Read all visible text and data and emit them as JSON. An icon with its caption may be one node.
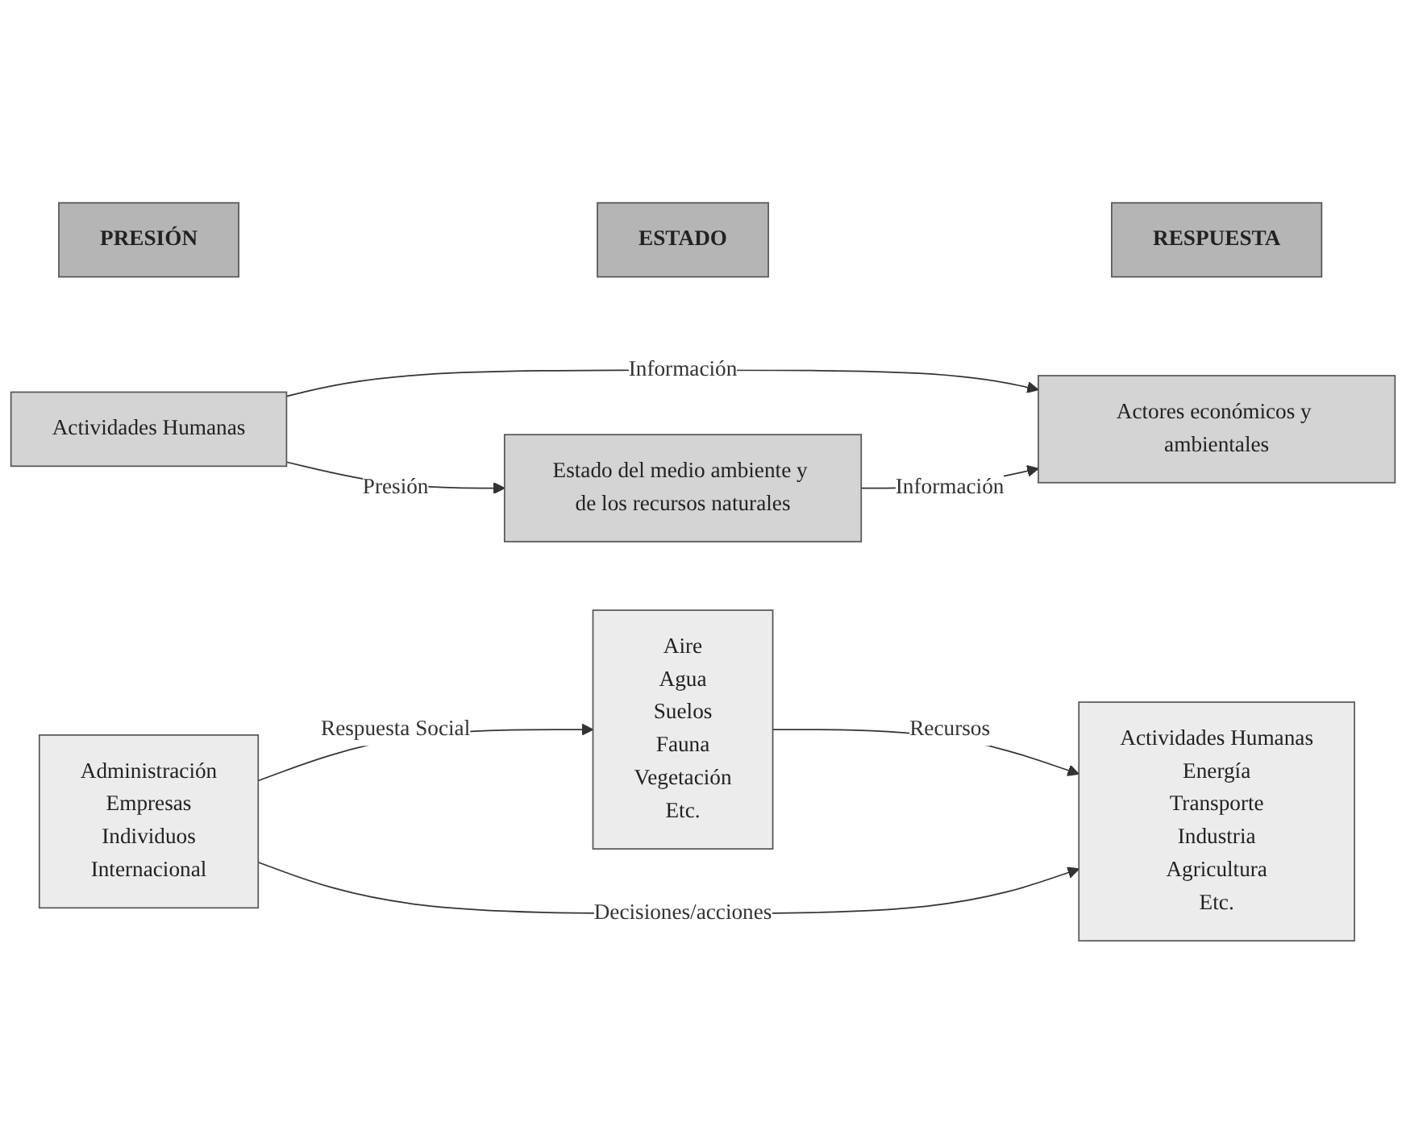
{
  "diagram": {
    "nodes": [
      {
        "text": [
          "PRESIÓN"
        ]
      },
      {
        "text": [
          "ESTADO"
        ]
      },
      {
        "text": [
          "RESPUESTA"
        ]
      },
      {
        "text": [
          "Actividades Humanas"
        ]
      },
      {
        "text": [
          "Estado del medio ambiente y de los recursos naturales"
        ]
      },
      {
        "text": [
          "Actores económicos y ambientales"
        ]
      },
      {
        "text": [
          "Actividades Humanas",
          "Energía",
          "Transporte",
          "Industria",
          "Agricultura",
          "Etc."
        ]
      },
      {
        "text": [
          "Aire",
          "Agua",
          "Suelos",
          "Fauna",
          "Vegetación",
          "Etc."
        ]
      },
      {
        "text": [
          "Administración",
          "Empresas",
          "Individuos",
          "Internacional"
        ]
      }
    ],
    "edges": [
      {
        "from": 3,
        "to": 5,
        "arrow": "to",
        "label": "Información"
      },
      {
        "from": 3,
        "to": 4,
        "arrow": "to",
        "label": "Presión"
      },
      {
        "from": 4,
        "to": 5,
        "arrow": "to",
        "label": "Información"
      },
      {
        "from": 8,
        "to": 7,
        "arrow": "to",
        "label": "Respuesta Social"
      },
      {
        "from": 7,
        "to": 6,
        "arrow": "to",
        "label": "Recursos"
      },
      {
        "from": 8,
        "to": 6,
        "arrow": "to",
        "label": "Decisiones/acciones"
      }
    ]
  }
}
